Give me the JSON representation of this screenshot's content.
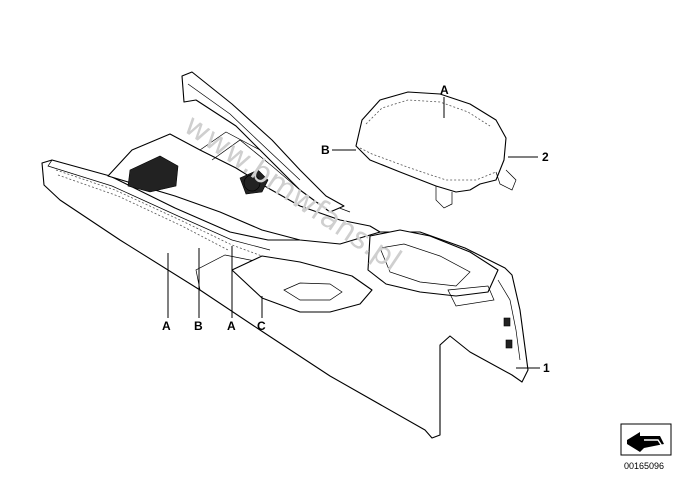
{
  "diagram": {
    "labels": {
      "armrest_top": "A",
      "armrest_left": "B",
      "armrest_right": "2",
      "console_a1": "A",
      "console_b": "B",
      "console_a2": "A",
      "console_c": "C",
      "console_right": "1"
    },
    "reference_number": "00165096",
    "watermark": "www.bmwfans.pl"
  },
  "icons": {
    "corner_icon": "exploded-view-icon"
  }
}
